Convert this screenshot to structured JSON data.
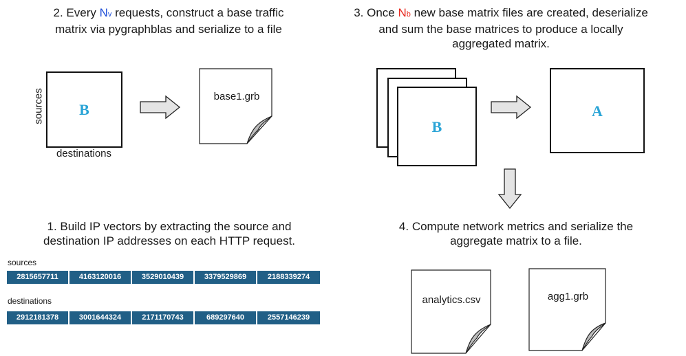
{
  "step2": {
    "line1_prefix": "2. Every ",
    "n_letter": "N",
    "n_sub": "v",
    "line1_suffix": " requests, construct a base traffic",
    "line2": "matrix via pygraphblas and serialize to a file"
  },
  "step3": {
    "line1_prefix": "3. Once ",
    "n_letter": "N",
    "n_sub": "b",
    "line1_suffix": " new base matrix files are created, deserialize",
    "line2": "and sum the base matrices to produce a locally",
    "line3": "aggregated matrix."
  },
  "step1": {
    "line1": "1. Build IP vectors by extracting the source and",
    "line2": "destination IP addresses on each HTTP request."
  },
  "step4": {
    "line1": "4. Compute network metrics  and serialize the",
    "line2": "aggregate matrix to a file."
  },
  "matrix_b": {
    "letter": "B",
    "y_label": "sources",
    "x_label": "destinations"
  },
  "files": {
    "base": "base1.grb",
    "analytics": "analytics.csv",
    "agg": "agg1.grb"
  },
  "stack_b": {
    "letter": "B"
  },
  "matrix_a": {
    "letter": "A"
  },
  "vectors": {
    "sources_label": "sources",
    "sources": [
      "2815657711",
      "4163120016",
      "3529010439",
      "3379529869",
      "2188339274"
    ],
    "destinations_label": "destinations",
    "destinations": [
      "2912181378",
      "3001644324",
      "2171170743",
      "689297640",
      "2557146239"
    ]
  },
  "colors": {
    "accent_letter": "#2aa4d6",
    "cell_fill": "#215f86",
    "n_v": "#1f4fd8",
    "n_b": "#e8281e"
  }
}
